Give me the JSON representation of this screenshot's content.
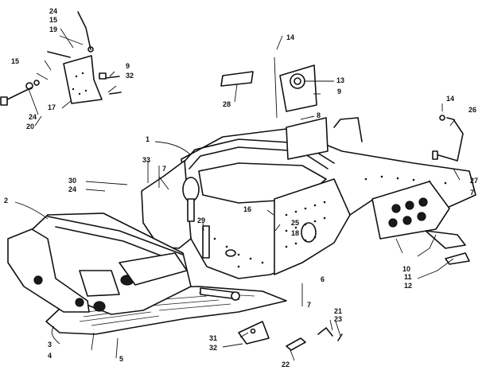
{
  "callouts": {
    "c1": "1",
    "c2": "2",
    "c3": "3",
    "c4": "4",
    "c5": "5",
    "c6": "6",
    "c7a": "7",
    "c7b": "7",
    "c7c": "7",
    "c8": "8",
    "c9a": "9",
    "c9b": "9",
    "c10": "10",
    "c11": "11",
    "c12": "12",
    "c13": "13",
    "c14a": "14",
    "c14b": "14",
    "c15a": "15",
    "c15b": "15",
    "c16": "16",
    "c17": "17",
    "c18": "18",
    "c19": "19",
    "c20": "20",
    "c21": "21",
    "c22": "22",
    "c23": "23",
    "c24a": "24",
    "c24b": "24",
    "c24c": "24",
    "c25": "25",
    "c26": "26",
    "c27": "27",
    "c28": "28",
    "c29": "29",
    "c30": "30",
    "c31": "31",
    "c32a": "32",
    "c32b": "32",
    "c33": "33"
  },
  "colors": {
    "ink": "#111111",
    "paper": "#ffffff"
  }
}
